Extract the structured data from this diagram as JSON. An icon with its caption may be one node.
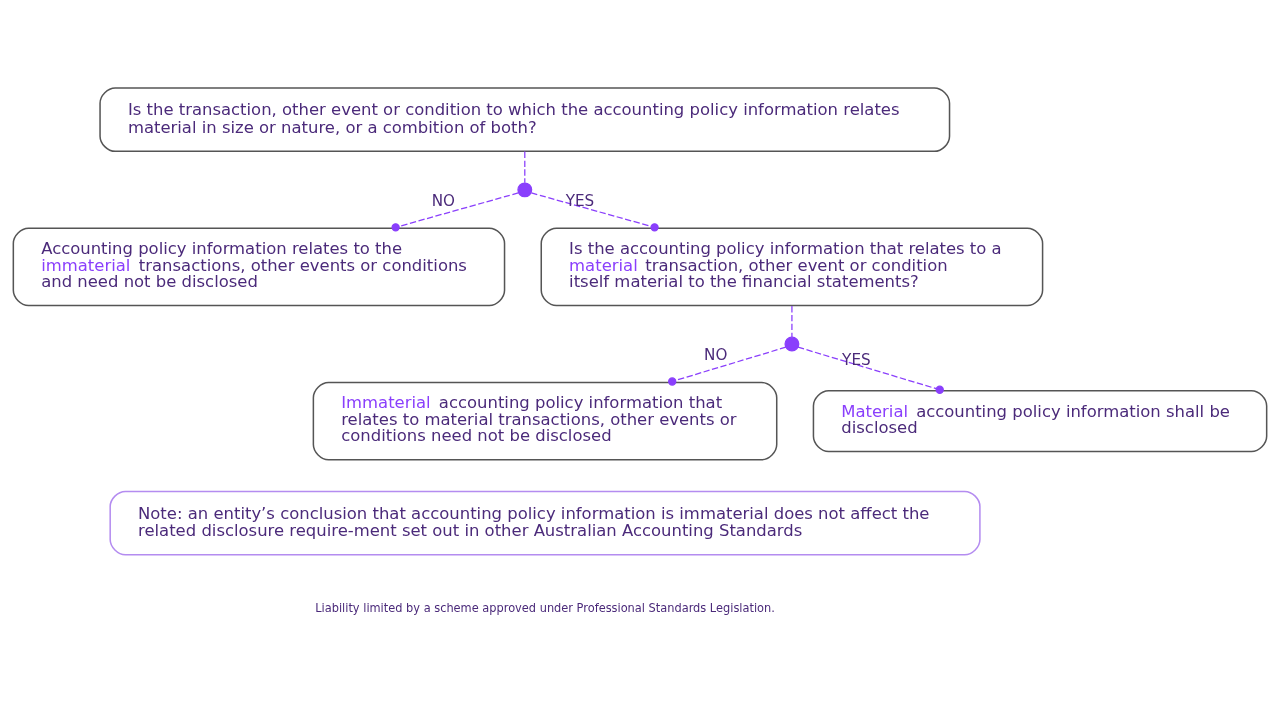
{
  "diagram": {
    "nodes": [
      {
        "text": [
          "Is the transaction, other event or condition to which the accounting policy information relates material in size or nature, or a combition of both?"
        ]
      },
      {
        "text": [],
        "shape": "circle"
      },
      {
        "text": [
          "Accounting policy information relates to the **immaterial** transactions, other events or conditions and need not be disclosed"
        ]
      },
      {
        "text": [
          "Is the accounting policy information that relates to a **material** transaction, other event or condition itself material to the financial statements?"
        ]
      },
      {
        "text": [],
        "shape": "circle"
      },
      {
        "text": [
          "**Immaterial** accounting policy information that relates to material transactions, other events or conditions need not be disclosed"
        ]
      },
      {
        "text": [
          "**Material** accounting policy information shall be disclosed"
        ]
      },
      {
        "text": [
          "Note: an entity’s conclusion that accounting policy information is immaterial does not affect the related disclosure require-ment set out in other Australian Accounting Standards"
        ]
      }
    ],
    "edges": [
      {
        "from": 0,
        "to": 1,
        "arrow": "none",
        "style": "dashed"
      },
      {
        "from": 1,
        "to": 2,
        "arrow": "other",
        "style": "dashed",
        "label": "NO"
      },
      {
        "from": 1,
        "to": 3,
        "arrow": "other",
        "style": "dashed",
        "label": "YES"
      },
      {
        "from": 3,
        "to": 4,
        "arrow": "none",
        "style": "dashed"
      },
      {
        "from": 4,
        "to": 5,
        "arrow": "other",
        "style": "dashed",
        "label": "NO"
      },
      {
        "from": 4,
        "to": 6,
        "arrow": "other",
        "style": "dashed",
        "label": "YES"
      }
    ],
    "labels": [
      "Liability limited by a scheme approved under Professional Standards Legislation."
    ]
  }
}
